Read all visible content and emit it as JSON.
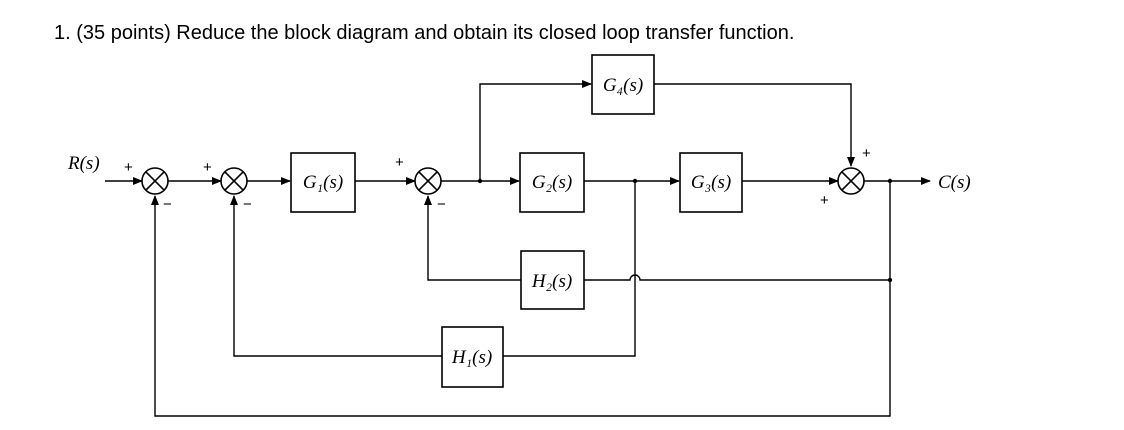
{
  "problem": {
    "text": "1. (35 points) Reduce the block diagram and obtain its closed loop transfer function."
  },
  "diagram": {
    "input_label": "R(s)",
    "output_label": "C(s)",
    "blocks": {
      "g1": "G₁(s)",
      "g2": "G₂(s)",
      "g3": "G₃(s)",
      "g4": "G₄(s)",
      "h1": "H₁(s)",
      "h2": "H₂(s)"
    },
    "signs": {
      "sj1_plus": "+",
      "sj1_minus": "−",
      "sj2_plus": "+",
      "sj2_minus": "−",
      "sj3_plus": "+",
      "sj3_minus": "−",
      "sj4_plus_top": "+",
      "sj4_plus_left": "+"
    }
  }
}
